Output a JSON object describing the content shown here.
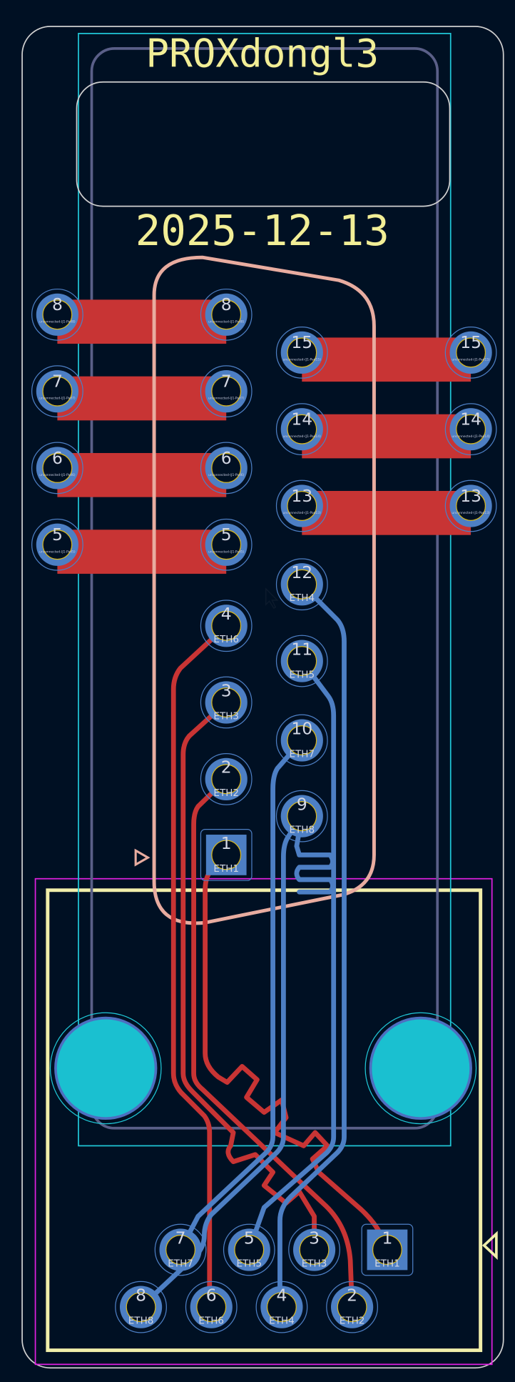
{
  "board": {
    "title": "PROXdongl3",
    "date": "2025-12-13"
  },
  "colors": {
    "background": "#001023",
    "front_copper": "#c83434",
    "back_copper": "#4d7fc4",
    "silkscreen": "#f2ee96",
    "edge_cuts": "#d0d0d0",
    "courtyard": "#e8aca0",
    "mounting_hole": "#1ac0d0"
  },
  "pads": [
    {
      "id": "A8",
      "number": "8",
      "net": "unconnected-(J1-Pad8)"
    },
    {
      "id": "A7",
      "number": "7",
      "net": "unconnected-(J1-Pad7)"
    },
    {
      "id": "A6",
      "number": "6",
      "net": "unconnected-(J1-Pad6)"
    },
    {
      "id": "A5",
      "number": "5",
      "net": "unconnected-(J1-Pad5)"
    },
    {
      "id": "B8",
      "number": "8",
      "net": "unconnected-(J1-Pad8)"
    },
    {
      "id": "B7",
      "number": "7",
      "net": "unconnected-(J1-Pad7)"
    },
    {
      "id": "B6",
      "number": "6",
      "net": "unconnected-(J1-Pad6)"
    },
    {
      "id": "B5",
      "number": "5",
      "net": "unconnected-(J1-Pad5)"
    },
    {
      "id": "B4",
      "number": "4",
      "net": "ETH6"
    },
    {
      "id": "B3",
      "number": "3",
      "net": "ETH3"
    },
    {
      "id": "B2",
      "number": "2",
      "net": "ETH2"
    },
    {
      "id": "B1",
      "number": "1",
      "net": "ETH1",
      "square": true
    },
    {
      "id": "C15",
      "number": "15",
      "net": "unconnected-(J1-Pad15)"
    },
    {
      "id": "C14",
      "number": "14",
      "net": "unconnected-(J1-Pad14)"
    },
    {
      "id": "C13",
      "number": "13",
      "net": "unconnected-(J1-Pad13)"
    },
    {
      "id": "C12",
      "number": "12",
      "net": "ETH4"
    },
    {
      "id": "C11",
      "number": "11",
      "net": "ETH5"
    },
    {
      "id": "C10",
      "number": "10",
      "net": "ETH7"
    },
    {
      "id": "C9",
      "number": "9",
      "net": "ETH8"
    },
    {
      "id": "D15",
      "number": "15",
      "net": "unconnected-(J1-Pad15)"
    },
    {
      "id": "D14",
      "number": "14",
      "net": "unconnected-(J1-Pad14)"
    },
    {
      "id": "D13",
      "number": "13",
      "net": "unconnected-(J1-Pad13)"
    },
    {
      "id": "R7",
      "number": "7",
      "net": "ETH7"
    },
    {
      "id": "R5",
      "number": "5",
      "net": "ETH5"
    },
    {
      "id": "R3",
      "number": "3",
      "net": "ETH3"
    },
    {
      "id": "R1",
      "number": "1",
      "net": "ETH1",
      "square": true
    },
    {
      "id": "R8",
      "number": "8",
      "net": "ETH8"
    },
    {
      "id": "R6",
      "number": "6",
      "net": "ETH6"
    },
    {
      "id": "R4",
      "number": "4",
      "net": "ETH4"
    },
    {
      "id": "R2",
      "number": "2",
      "net": "ETH2"
    }
  ]
}
